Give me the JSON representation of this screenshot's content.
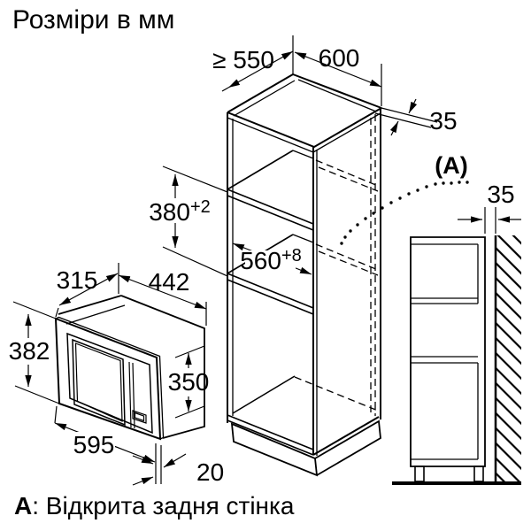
{
  "title": "Розміри в мм",
  "note": {
    "label": "А",
    "text": ": Відкрита задня стінка"
  },
  "colors": {
    "line": "#000000",
    "background": "#ffffff"
  },
  "cabinet": {
    "min_depth": "≥ 550",
    "width": "600",
    "side_panel_thickness": "35",
    "niche_height": {
      "value": "380",
      "tolerance": "+2"
    },
    "niche_width": {
      "value": "560",
      "tolerance": "+8"
    },
    "open_back_ref": "(А)"
  },
  "microwave": {
    "depth": "315",
    "body_width": "442",
    "frame_height": "382",
    "body_height": "350",
    "frame_width": "595",
    "frame_overlap": "20"
  },
  "side_view": {
    "wall_gap": "35"
  }
}
